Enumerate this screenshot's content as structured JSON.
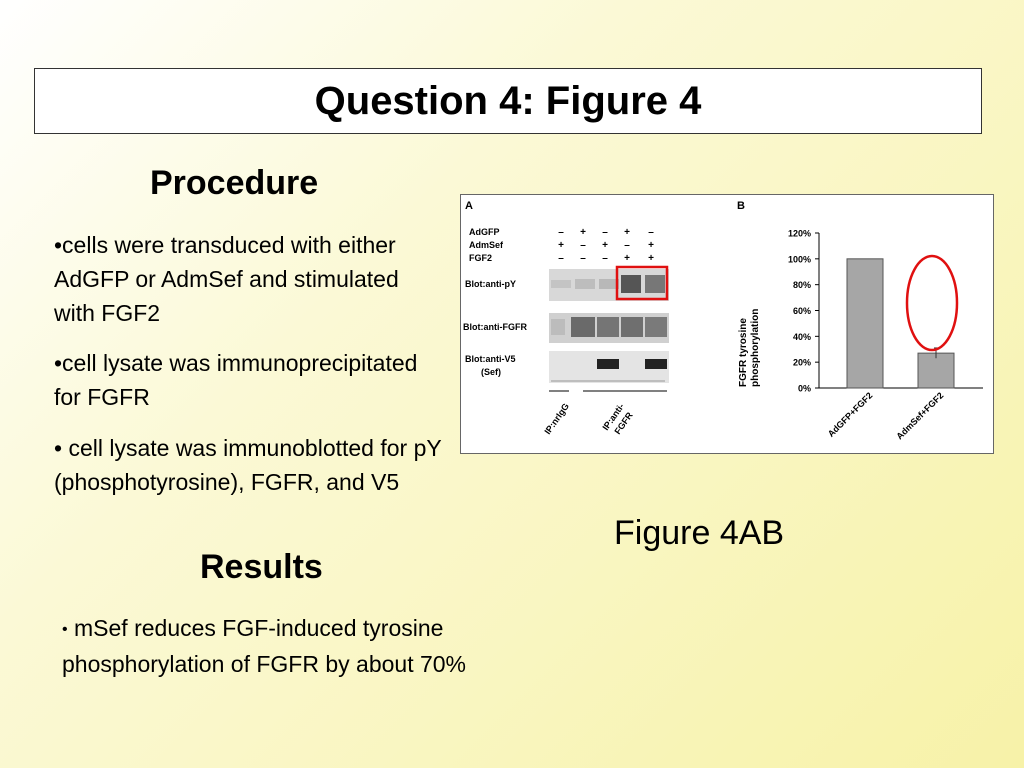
{
  "slide": {
    "title": "Question 4: Figure 4",
    "procedure_heading": "Procedure",
    "procedure_items": [
      "•cells were transduced with either AdGFP or AdmSef and stimulated with FGF2",
      "•cell lysate was immunoprecipitated for FGFR",
      "• cell lysate was immunoblotted for pY (phosphotyrosine), FGFR, and V5"
    ],
    "results_heading": "Results",
    "results_bullet": "•",
    "results_text": "mSef reduces FGF-induced tyrosine phosphorylation of FGFR by about 70%",
    "figure_caption": "Figure 4AB"
  },
  "figure": {
    "panel_a_label": "A",
    "panel_b_label": "B",
    "conditions": [
      {
        "label": "AdGFP",
        "signs": [
          "–",
          "+",
          "–",
          "+",
          "–"
        ]
      },
      {
        "label": "AdmSef",
        "signs": [
          "+",
          "–",
          "+",
          "–",
          "+"
        ]
      },
      {
        "label": "FGF2",
        "signs": [
          "–",
          "–",
          "–",
          "+",
          "+"
        ]
      }
    ],
    "blots": [
      "Blot:anti-pY",
      "Blot:anti-FGFR",
      "Blot:anti-V5",
      "(Sef)"
    ],
    "ip_labels": [
      "IP:nrIgG",
      "IP:anti-",
      "FGFR"
    ],
    "highlight_color": "#e01010"
  },
  "chart_data": {
    "type": "bar",
    "categories": [
      "AdGFP+FGF2",
      "AdmSef+FGF2"
    ],
    "values": [
      100,
      27
    ],
    "error": [
      0,
      4
    ],
    "ylabel_lines": [
      "FGFR tyrosine",
      "phosphorylation"
    ],
    "ylim": [
      0,
      120
    ],
    "yticks": [
      "0%",
      "20%",
      "40%",
      "60%",
      "80%",
      "100%",
      "120%"
    ],
    "bar_color": "#a6a6a6",
    "highlight_color": "#e01010"
  }
}
